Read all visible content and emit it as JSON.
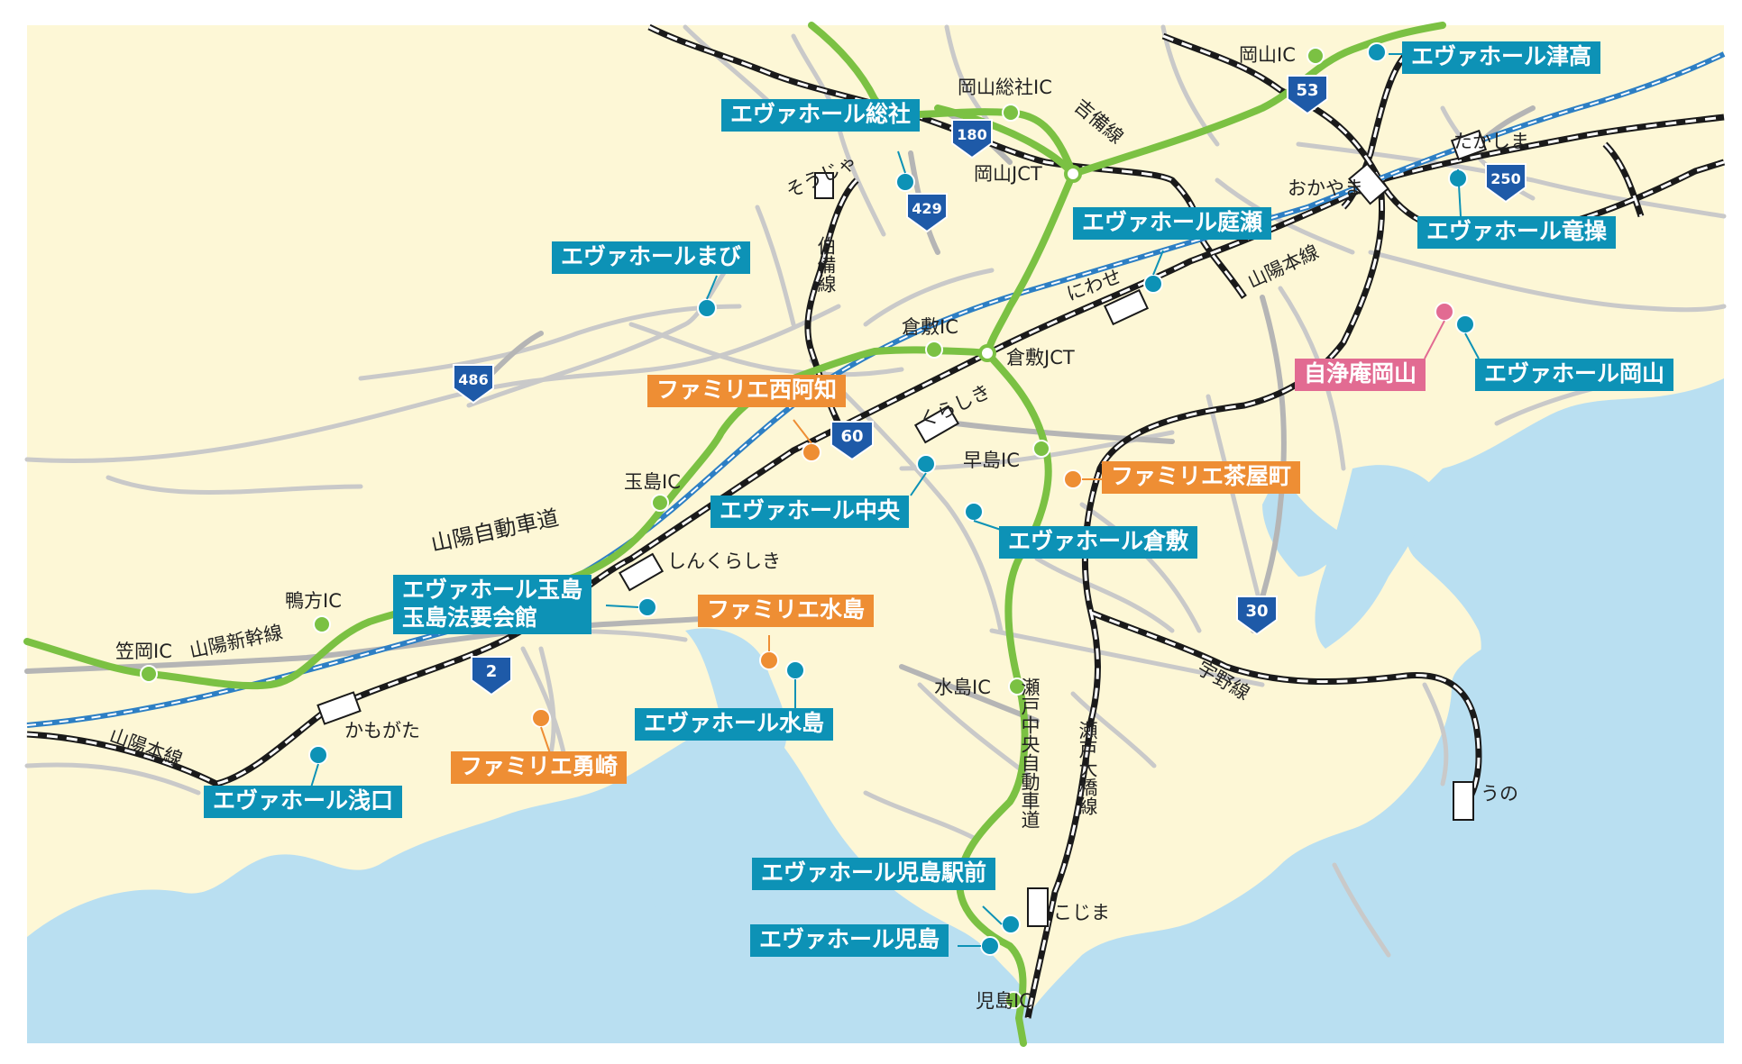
{
  "colors": {
    "land": "#fdf7d6",
    "sea": "#b9dff1",
    "expressway": "#7bc143",
    "shinkansen": "#2d7fc4",
    "road": "#c9c9c9",
    "eva_hall": "#0d92b6",
    "familie": "#ee8e34",
    "jijoan": "#e26b92"
  },
  "venues": {
    "tsudaka": "エヴァホール津高",
    "sosha": "エヴァホール総社",
    "niwase": "エヴァホール庭瀬",
    "tatsumisao": "エヴァホール竜操",
    "mabi": "エヴァホールまび",
    "okayama": "エヴァホール岡山",
    "jijoan_okayama": "自浄庵岡山",
    "familie_nishiachi": "ファミリエ西阿知",
    "chuo": "エヴァホール中央",
    "familie_chayamachi": "ファミリエ茶屋町",
    "kurashiki": "エヴァホール倉敷",
    "tamashima_line1": "エヴァホール玉島",
    "tamashima_line2": "玉島法要会館",
    "familie_mizushima": "ファミリエ水島",
    "mizushima": "エヴァホール水島",
    "familie_yuzaki": "ファミリエ勇崎",
    "asakuchi": "エヴァホール浅口",
    "kojima_ekimae": "エヴァホール児島駅前",
    "kojima": "エヴァホール児島"
  },
  "interchanges": {
    "okayama_ic": "岡山IC",
    "okayama_sosha_ic": "岡山総社IC",
    "okayama_jct": "岡山JCT",
    "kurashiki_ic": "倉敷IC",
    "kurashiki_jct": "倉敷JCT",
    "hayashima_ic": "早島IC",
    "tamashima_ic": "玉島IC",
    "kamogata_ic": "鴨方IC",
    "kasaoka_ic": "笠岡IC",
    "mizushima_ic": "水島IC",
    "kojima_ic": "児島IC"
  },
  "stations": {
    "soja": "そうじゃ",
    "okayama": "おかやま",
    "takashima": "たかしま",
    "niwase": "にわせ",
    "kurashiki": "くらしき",
    "shinkurashiki": "しんくらしき",
    "kamogata": "かもがた",
    "kojima": "こじま",
    "uno": "うの"
  },
  "lines": {
    "kibi": "吉備線",
    "hakubi": "伯備線",
    "sanyo_main_east": "山陽本線",
    "sanyo_main_west": "山陽本線",
    "sanyo_shinkansen": "山陽新幹線",
    "sanyo_expressway": "山陽自動車道",
    "seto_chuo_expressway": "瀬戸中央自動車道",
    "seto_ohashi": "瀬戸大橋線",
    "uno": "宇野線"
  },
  "route_numbers": {
    "r53": "53",
    "r180": "180",
    "r429": "429",
    "r250": "250",
    "r486": "486",
    "r60": "60",
    "r2": "2",
    "r30": "30"
  }
}
